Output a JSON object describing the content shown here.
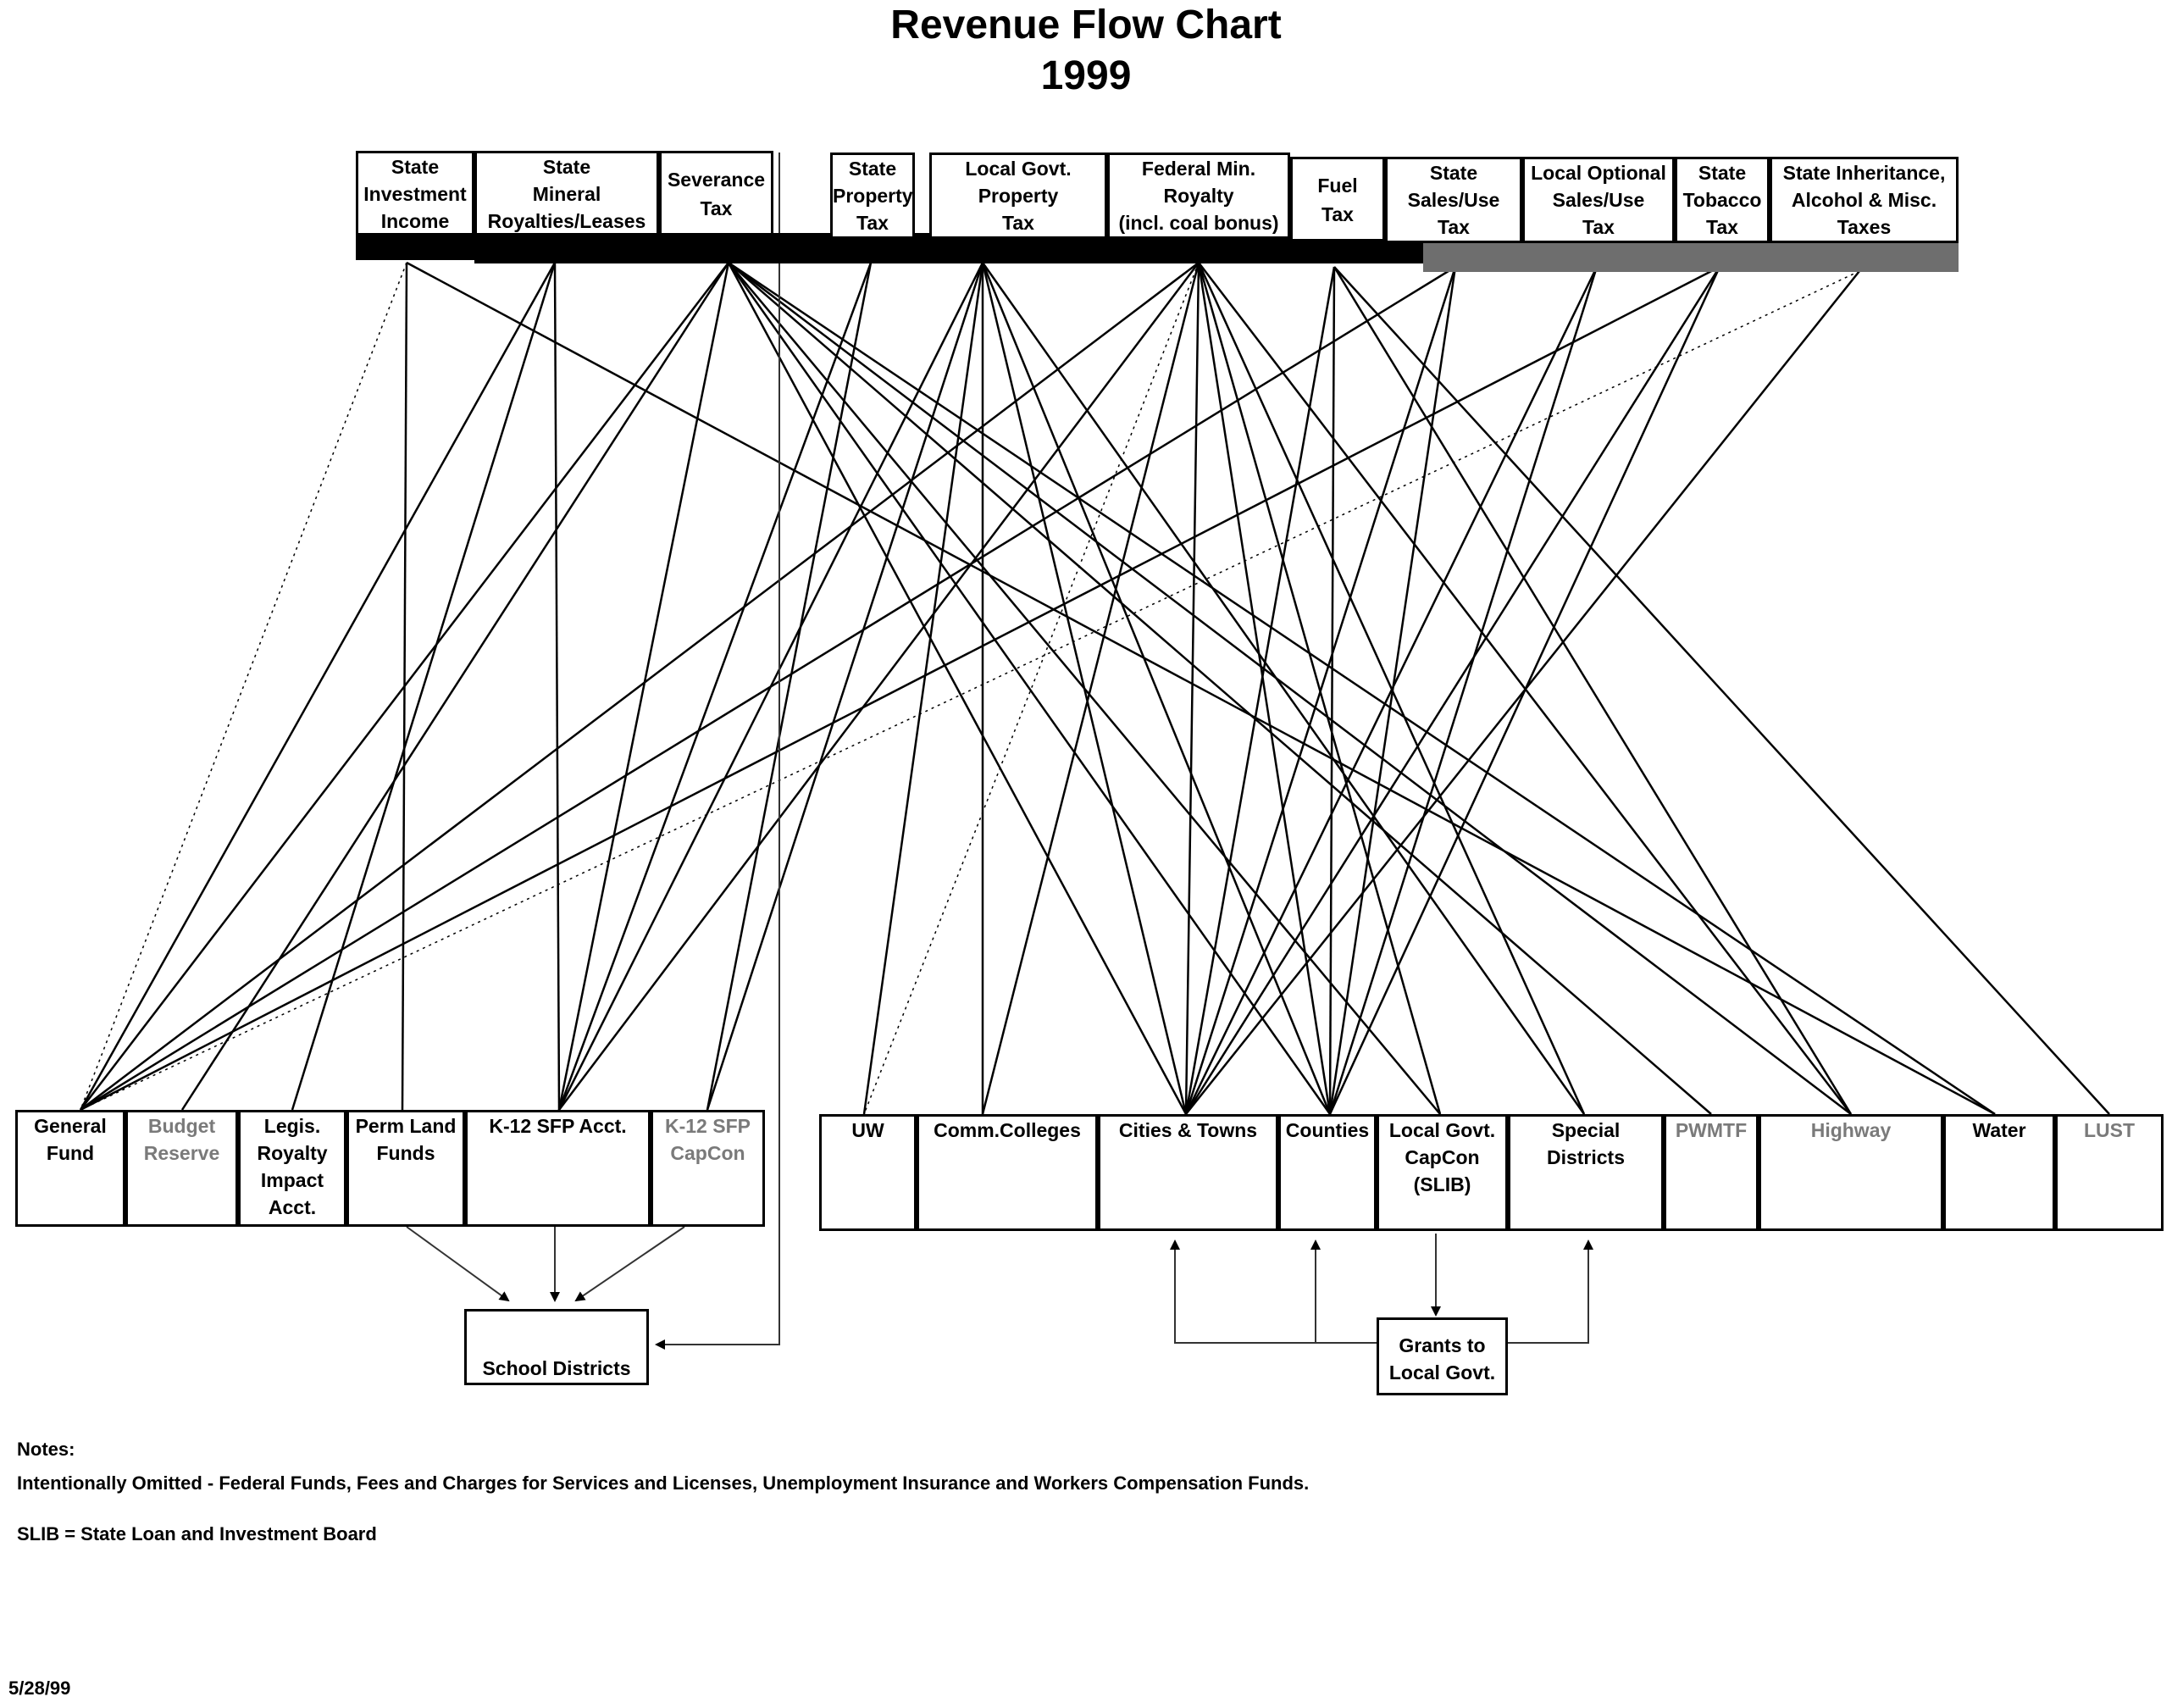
{
  "title": "Revenue Flow Chart",
  "year": "1999",
  "sources": [
    {
      "key": "sii",
      "label": "State\nInvestment\nIncome"
    },
    {
      "key": "smr",
      "label": "State\nMineral\nRoyalties/Leases"
    },
    {
      "key": "sev",
      "label": "Severance\nTax"
    },
    {
      "key": "spt",
      "label": "State\nProperty\nTax"
    },
    {
      "key": "lgp",
      "label": "Local Govt.\nProperty\nTax"
    },
    {
      "key": "fmr",
      "label": "Federal Min.\nRoyalty\n(incl. coal bonus)"
    },
    {
      "key": "fuel",
      "label": "Fuel\nTax"
    },
    {
      "key": "ssu",
      "label": "State\nSales/Use\nTax"
    },
    {
      "key": "los",
      "label": "Local Optional\nSales/Use\nTax"
    },
    {
      "key": "stt",
      "label": "State\nTobacco\nTax"
    },
    {
      "key": "sia",
      "label": "State Inheritance,\nAlcohol & Misc.\nTaxes"
    }
  ],
  "state_funds": [
    {
      "key": "gf",
      "label": "General\nFund",
      "muted": false
    },
    {
      "key": "br",
      "label": "Budget\nReserve",
      "muted": true
    },
    {
      "key": "lri",
      "label": "Legis.\nRoyalty\nImpact\nAcct.",
      "muted": false
    },
    {
      "key": "plf",
      "label": "Perm Land\nFunds",
      "muted": false
    },
    {
      "key": "k12",
      "label": "K-12 SFP Acct.",
      "muted": false
    },
    {
      "key": "k12c",
      "label": "K-12 SFP\nCapCon",
      "muted": true
    }
  ],
  "local_funds": [
    {
      "key": "uw",
      "label": "UW",
      "muted": false
    },
    {
      "key": "cc",
      "label": "Comm.Colleges",
      "muted": false
    },
    {
      "key": "ct",
      "label": "Cities & Towns",
      "muted": false
    },
    {
      "key": "co",
      "label": "Counties",
      "muted": false
    },
    {
      "key": "lgc",
      "label": "Local Govt.\nCapCon\n(SLIB)",
      "muted": false
    },
    {
      "key": "sd",
      "label": "Special\nDistricts",
      "muted": false
    },
    {
      "key": "pw",
      "label": "PWMTF",
      "muted": true
    },
    {
      "key": "hw",
      "label": "Highway",
      "muted": true
    },
    {
      "key": "wa",
      "label": "Water",
      "muted": false
    },
    {
      "key": "lu",
      "label": "LUST",
      "muted": true
    }
  ],
  "school_districts": "School Districts",
  "grants": "Grants to\nLocal Govt.",
  "flows": [
    [
      "sii",
      "gf",
      "dotted"
    ],
    [
      "sii",
      "plf",
      "solid"
    ],
    [
      "sii",
      "wa",
      "solid"
    ],
    [
      "smr",
      "lri",
      "solid"
    ],
    [
      "smr",
      "k12",
      "solid"
    ],
    [
      "smr",
      "gf",
      "solid"
    ],
    [
      "sev",
      "gf",
      "solid"
    ],
    [
      "sev",
      "br",
      "solid"
    ],
    [
      "sev",
      "k12",
      "solid"
    ],
    [
      "sev",
      "ct",
      "solid"
    ],
    [
      "sev",
      "co",
      "solid"
    ],
    [
      "sev",
      "hw",
      "solid"
    ],
    [
      "sev",
      "wa",
      "solid"
    ],
    [
      "sev",
      "pw",
      "solid"
    ],
    [
      "sev",
      "lgc",
      "solid"
    ],
    [
      "spt",
      "k12",
      "solid"
    ],
    [
      "spt",
      "k12c",
      "solid"
    ],
    [
      "lgp",
      "uw",
      "solid"
    ],
    [
      "lgp",
      "cc",
      "solid"
    ],
    [
      "lgp",
      "ct",
      "solid"
    ],
    [
      "lgp",
      "co",
      "solid"
    ],
    [
      "lgp",
      "sd",
      "solid"
    ],
    [
      "lgp",
      "k12",
      "solid"
    ],
    [
      "lgp",
      "k12c",
      "solid"
    ],
    [
      "fmr",
      "gf",
      "solid"
    ],
    [
      "fmr",
      "k12",
      "solid"
    ],
    [
      "fmr",
      "ct",
      "solid"
    ],
    [
      "fmr",
      "co",
      "solid"
    ],
    [
      "fmr",
      "lgc",
      "solid"
    ],
    [
      "fmr",
      "hw",
      "solid"
    ],
    [
      "fmr",
      "sd",
      "solid"
    ],
    [
      "fmr",
      "cc",
      "solid"
    ],
    [
      "fmr",
      "uw",
      "dotted"
    ],
    [
      "fuel",
      "ct",
      "solid"
    ],
    [
      "fuel",
      "co",
      "solid"
    ],
    [
      "fuel",
      "hw",
      "solid"
    ],
    [
      "fuel",
      "lu",
      "solid"
    ],
    [
      "ssu",
      "gf",
      "solid"
    ],
    [
      "ssu",
      "ct",
      "solid"
    ],
    [
      "ssu",
      "co",
      "solid"
    ],
    [
      "los",
      "ct",
      "solid"
    ],
    [
      "los",
      "co",
      "solid"
    ],
    [
      "stt",
      "gf",
      "solid"
    ],
    [
      "stt",
      "ct",
      "solid"
    ],
    [
      "stt",
      "co",
      "solid"
    ],
    [
      "sia",
      "gf",
      "dotted"
    ],
    [
      "sia",
      "ct",
      "solid"
    ]
  ],
  "notes": {
    "heading": "Notes:",
    "omitted": "Intentionally Omitted -   Federal Funds, Fees and Charges for Services and Licenses, Unemployment Insurance and Workers Compensation Funds.",
    "slib": "SLIB = State Loan and Investment Board"
  },
  "date": "5/28/99"
}
